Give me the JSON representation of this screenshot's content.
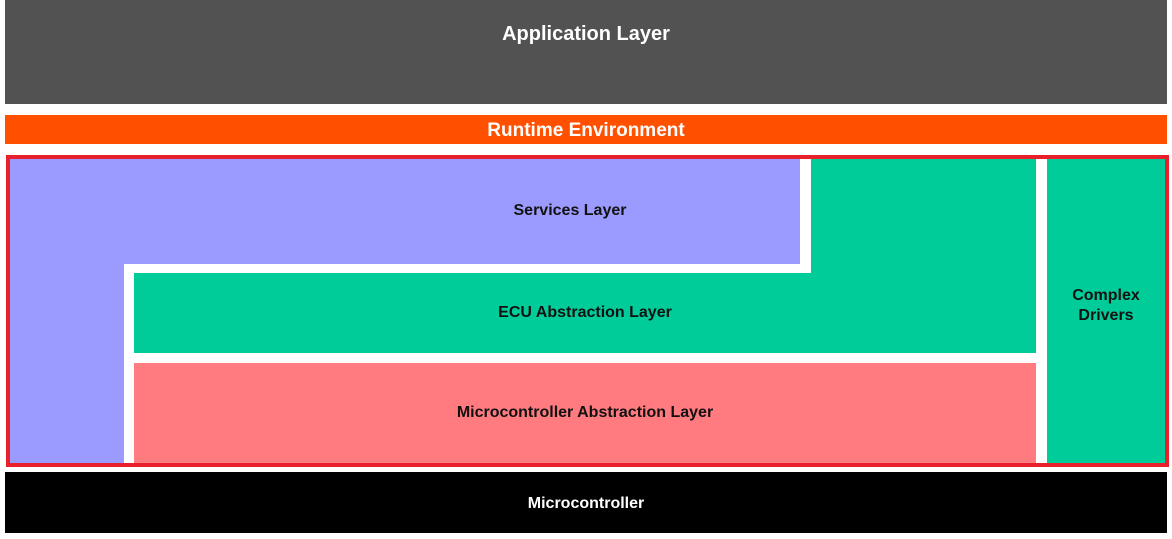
{
  "layers": {
    "application": {
      "label": "Application Layer",
      "color": "#525252"
    },
    "runtime": {
      "label": "Runtime Environment",
      "color": "#ff5000"
    },
    "services": {
      "label": "Services Layer",
      "color": "#9b9bff"
    },
    "ecu_abstraction": {
      "label": "ECU Abstraction Layer",
      "color": "#00cc99"
    },
    "mcal": {
      "label": "Microcontroller Abstraction Layer",
      "color": "#ff7b80"
    },
    "complex_drivers": {
      "label": "Complex\nDrivers",
      "color": "#00cc99"
    },
    "microcontroller": {
      "label": "Microcontroller",
      "color": "#000000"
    }
  },
  "basic_software_border_color": "#e8202c"
}
